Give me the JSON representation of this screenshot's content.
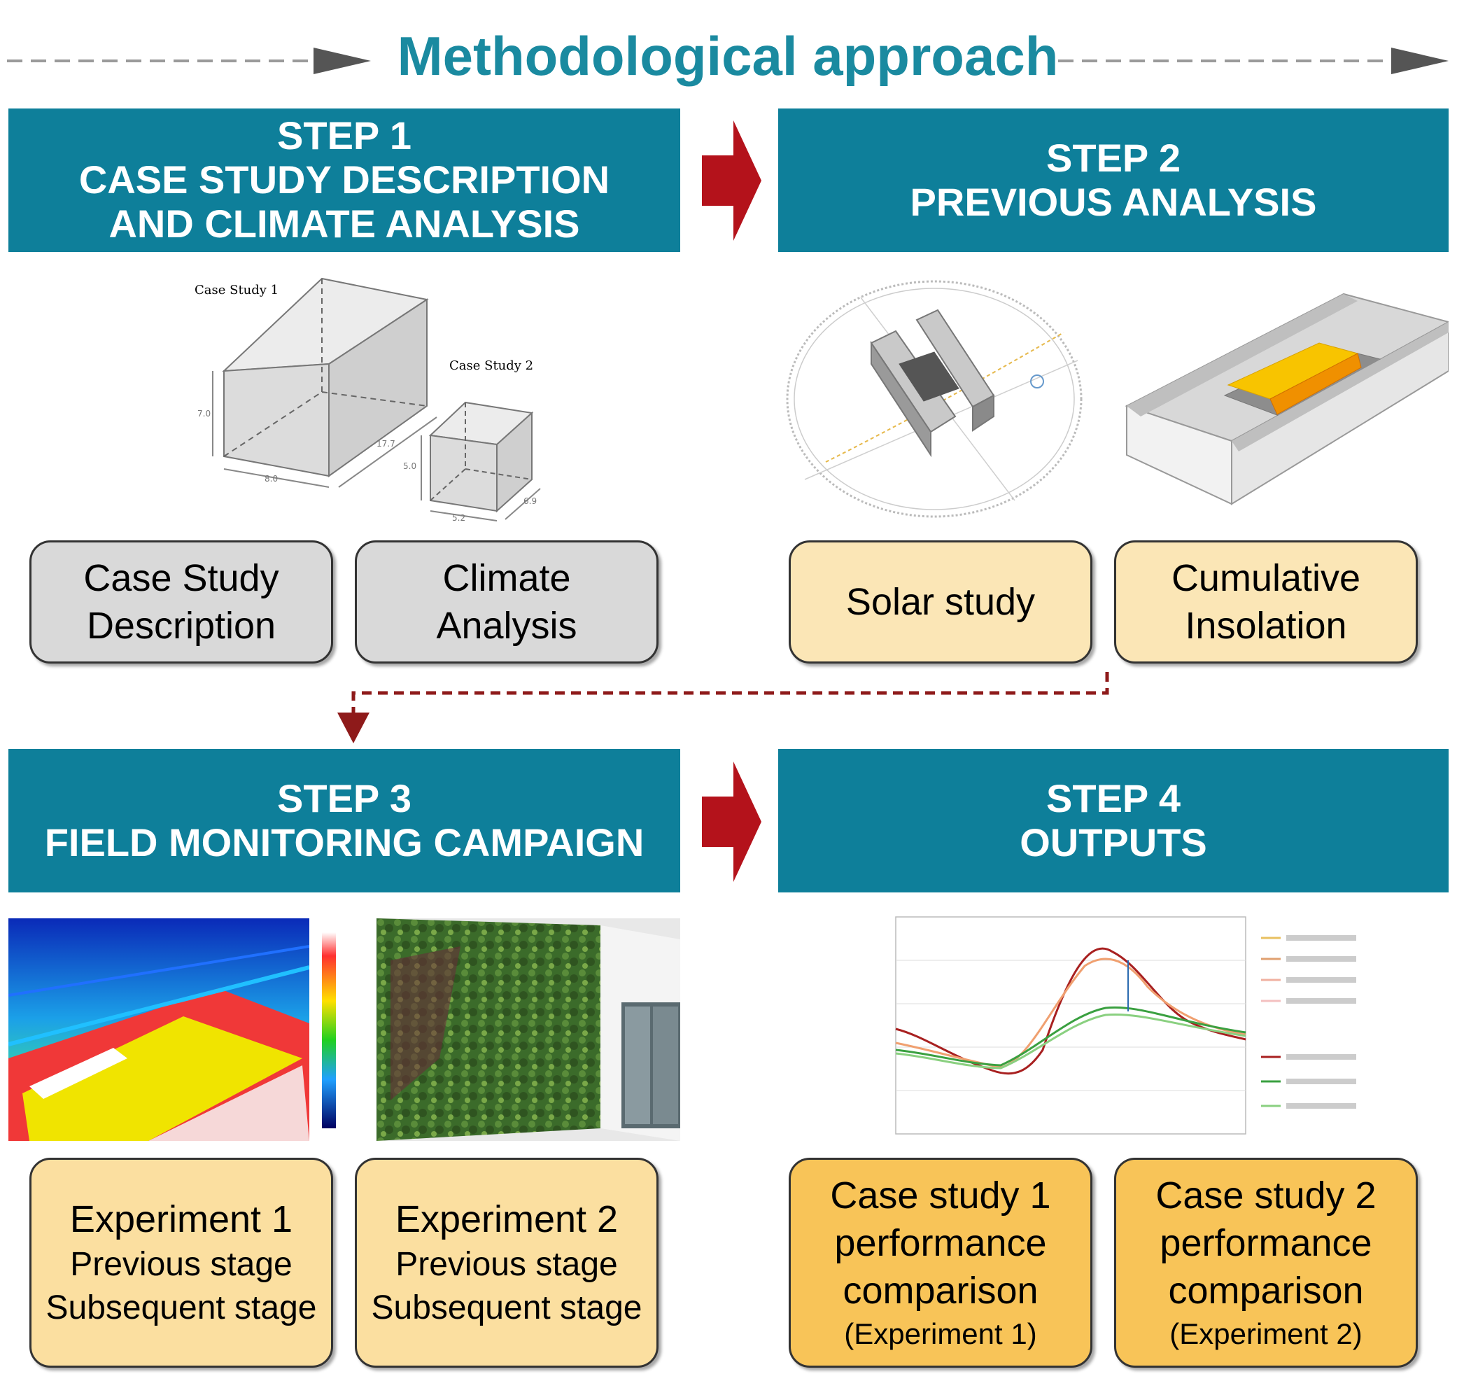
{
  "title": "Methodological approach",
  "steps": {
    "step1": {
      "line1": "STEP 1",
      "line2": "CASE STUDY DESCRIPTION",
      "line3": "AND CLIMATE ANALYSIS"
    },
    "step2": {
      "line1": "STEP 2",
      "line2": "PREVIOUS ANALYSIS"
    },
    "step3": {
      "line1": "STEP 3",
      "line2": "FIELD MONITORING CAMPAIGN"
    },
    "step4": {
      "line1": "STEP 4",
      "line2": "OUTPUTS"
    }
  },
  "boxes": {
    "case_study_description": [
      "Case Study",
      "Description"
    ],
    "climate_analysis": [
      "Climate",
      "Analysis"
    ],
    "solar_study": [
      "Solar study"
    ],
    "cumulative_insolation": [
      "Cumulative",
      "Insolation"
    ],
    "experiment1": [
      "Experiment 1",
      "Previous stage",
      "Subsequent stage"
    ],
    "experiment2": [
      "Experiment 2",
      "Previous stage",
      "Subsequent stage"
    ],
    "case_study1": [
      "Case study 1",
      "performance",
      "comparison",
      "(Experiment 1)"
    ],
    "case_study2": [
      "Case study 2",
      "performance",
      "comparison",
      "(Experiment 2)"
    ]
  },
  "figure_labels": {
    "case_study_1": "Case Study 1",
    "case_study_2": "Case Study 2",
    "dim_height_1": "7.0",
    "dim_width_1": "8.0",
    "dim_depth_1": "17.7",
    "dim_height_2": "5.0",
    "dim_width_2": "5.2",
    "dim_depth_2": "6.9"
  },
  "colors": {
    "banner": "#0e7f9a",
    "title": "#1a8aa0",
    "arrow_red": "#b4121b",
    "dashed_red": "#8e1a1a",
    "grey_box": "#d9d9d9",
    "cream_box": "#fbe6b6",
    "orange_box": "#f8c458"
  }
}
